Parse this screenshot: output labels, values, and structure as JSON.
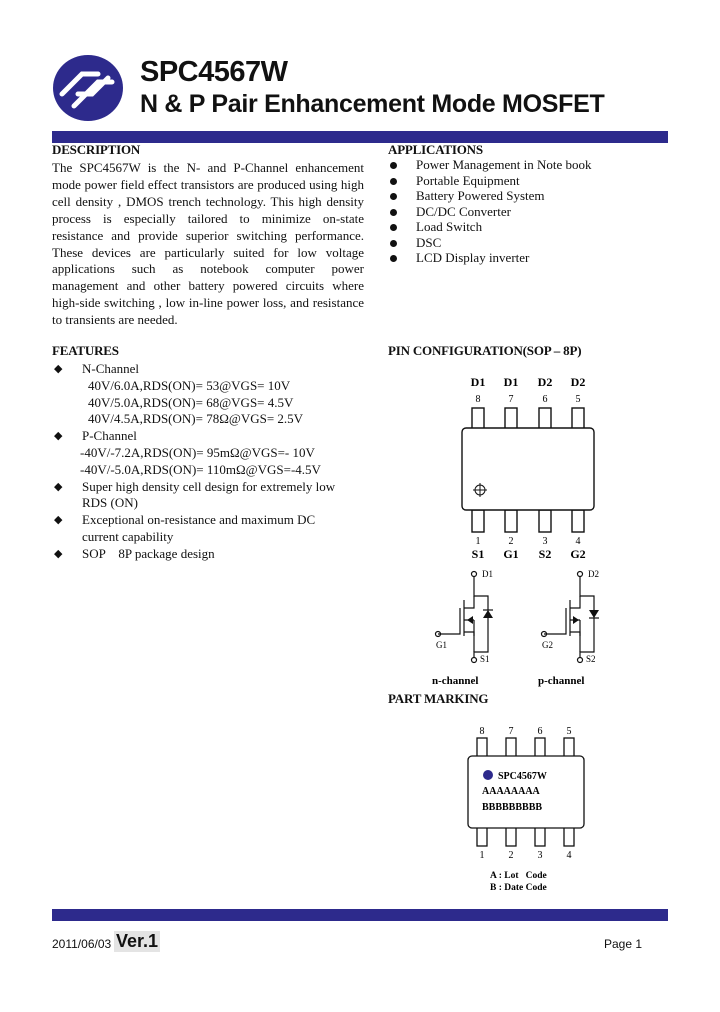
{
  "header": {
    "title": "SPC4567W",
    "subtitle": "N & P Pair Enhancement Mode MOSFET"
  },
  "description": {
    "heading": "DESCRIPTION",
    "text": "The SPC4567W is the N- and P-Channel enhancement mode power field effect transistors are produced using high cell density , DMOS trench technology. This high density process is especially tailored to minimize on-state resistance and provide superior switching performance. These devices are particularly suited for low voltage applications such as notebook computer power management and other battery powered circuits where high-side switching , low in-line power loss, and resistance to transients are needed."
  },
  "applications": {
    "heading": "APPLICATIONS",
    "items": [
      "Power Management in Note book",
      "Portable Equipment",
      "Battery Powered System",
      "DC/DC Converter",
      "Load Switch",
      "DSC",
      "LCD Display inverter"
    ]
  },
  "features": {
    "heading": "FEATURES",
    "n_channel": {
      "label": "N-Channel",
      "specs": [
        "40V/6.0A,RDS(ON)= 53@VGS= 10V",
        "40V/5.0A,RDS(ON)= 68@VGS= 4.5V",
        "40V/4.5A,RDS(ON)= 78Ω@VGS= 2.5V"
      ]
    },
    "p_channel": {
      "label": "P-Channel",
      "specs": [
        "-40V/-7.2A,RDS(ON)= 95mΩ@VGS=- 10V",
        "-40V/-5.0A,RDS(ON)= 110mΩ@VGS=-4.5V"
      ]
    },
    "bullets": [
      [
        "Super high density cell design for extremely low",
        "RDS (ON)"
      ],
      [
        "Exceptional on-resistance and maximum DC",
        "current capability"
      ],
      [
        "SOP    8P package design"
      ]
    ]
  },
  "pin_config": {
    "heading": "PIN CONFIGURATION(SOP – 8P)",
    "top_labels": [
      "D1",
      "D1",
      "D2",
      "D2"
    ],
    "top_numbers": [
      "8",
      "7",
      "6",
      "5"
    ],
    "bottom_numbers": [
      "1",
      "2",
      "3",
      "4"
    ],
    "bottom_labels": [
      "S1",
      "G1",
      "S2",
      "G2"
    ]
  },
  "schematic": {
    "n_drain": "D1",
    "n_gate": "G1",
    "n_source": "S1",
    "p_drain": "D2",
    "p_gate": "G2",
    "p_source": "S2",
    "n_caption": "n-channel",
    "p_caption": "p-channel"
  },
  "part_marking": {
    "heading": "PART MARKING",
    "top_numbers": [
      "8",
      "7",
      "6",
      "5"
    ],
    "bottom_numbers": [
      "1",
      "2",
      "3",
      "4"
    ],
    "line1": "SPC4567W",
    "line2": "AAAAAAAA",
    "line3": "BBBBBBBBB",
    "legend_a": "A : Lot   Code",
    "legend_b": "B : Date Code"
  },
  "footer": {
    "date": "2011/06/03",
    "version": "Ver.1",
    "page": "Page 1"
  },
  "colors": {
    "accent_bar": "#2d2a8c",
    "logo": "#2d2a8c"
  }
}
